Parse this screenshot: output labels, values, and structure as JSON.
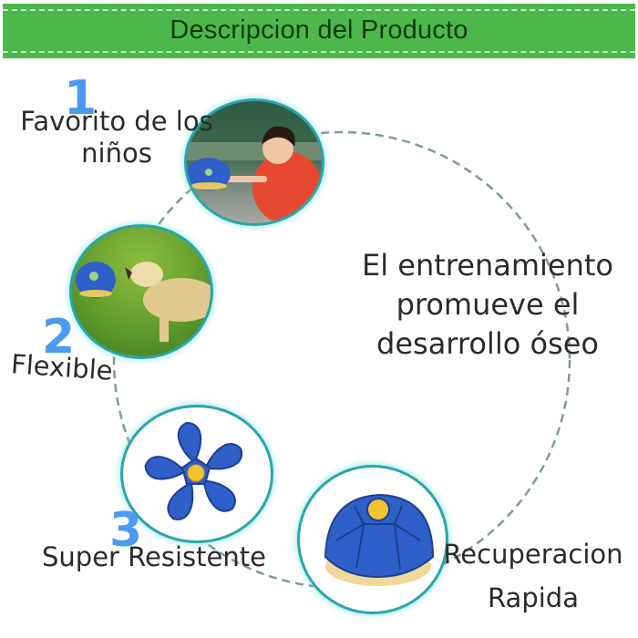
{
  "header": {
    "title": "Descripcion del Producto"
  },
  "colors": {
    "banner": "#4db84a",
    "banner_text": "#0d3a0c",
    "number": "#4a9bf0",
    "circle_border": "#2aa6a8",
    "ball_blue": "#2f5fc8",
    "ball_yellow": "#f2c230"
  },
  "features": [
    {
      "number": "1",
      "label_line1": "Favorito de los",
      "label_line2": "niños",
      "image": "child-throwing-ball-photo"
    },
    {
      "number": "2",
      "label": "Flexible",
      "image": "dog-catching-ball-photo"
    },
    {
      "number": "3",
      "label": "Super Resistente",
      "image": "flat-disc-ball-photo"
    },
    {
      "label_line1": "Recuperacion",
      "label_line2": "Rapida",
      "image": "ball-shape-photo"
    }
  ],
  "center": {
    "line1": "El entrenamiento",
    "line2": "promueve el",
    "line3": "desarrollo óseo"
  }
}
